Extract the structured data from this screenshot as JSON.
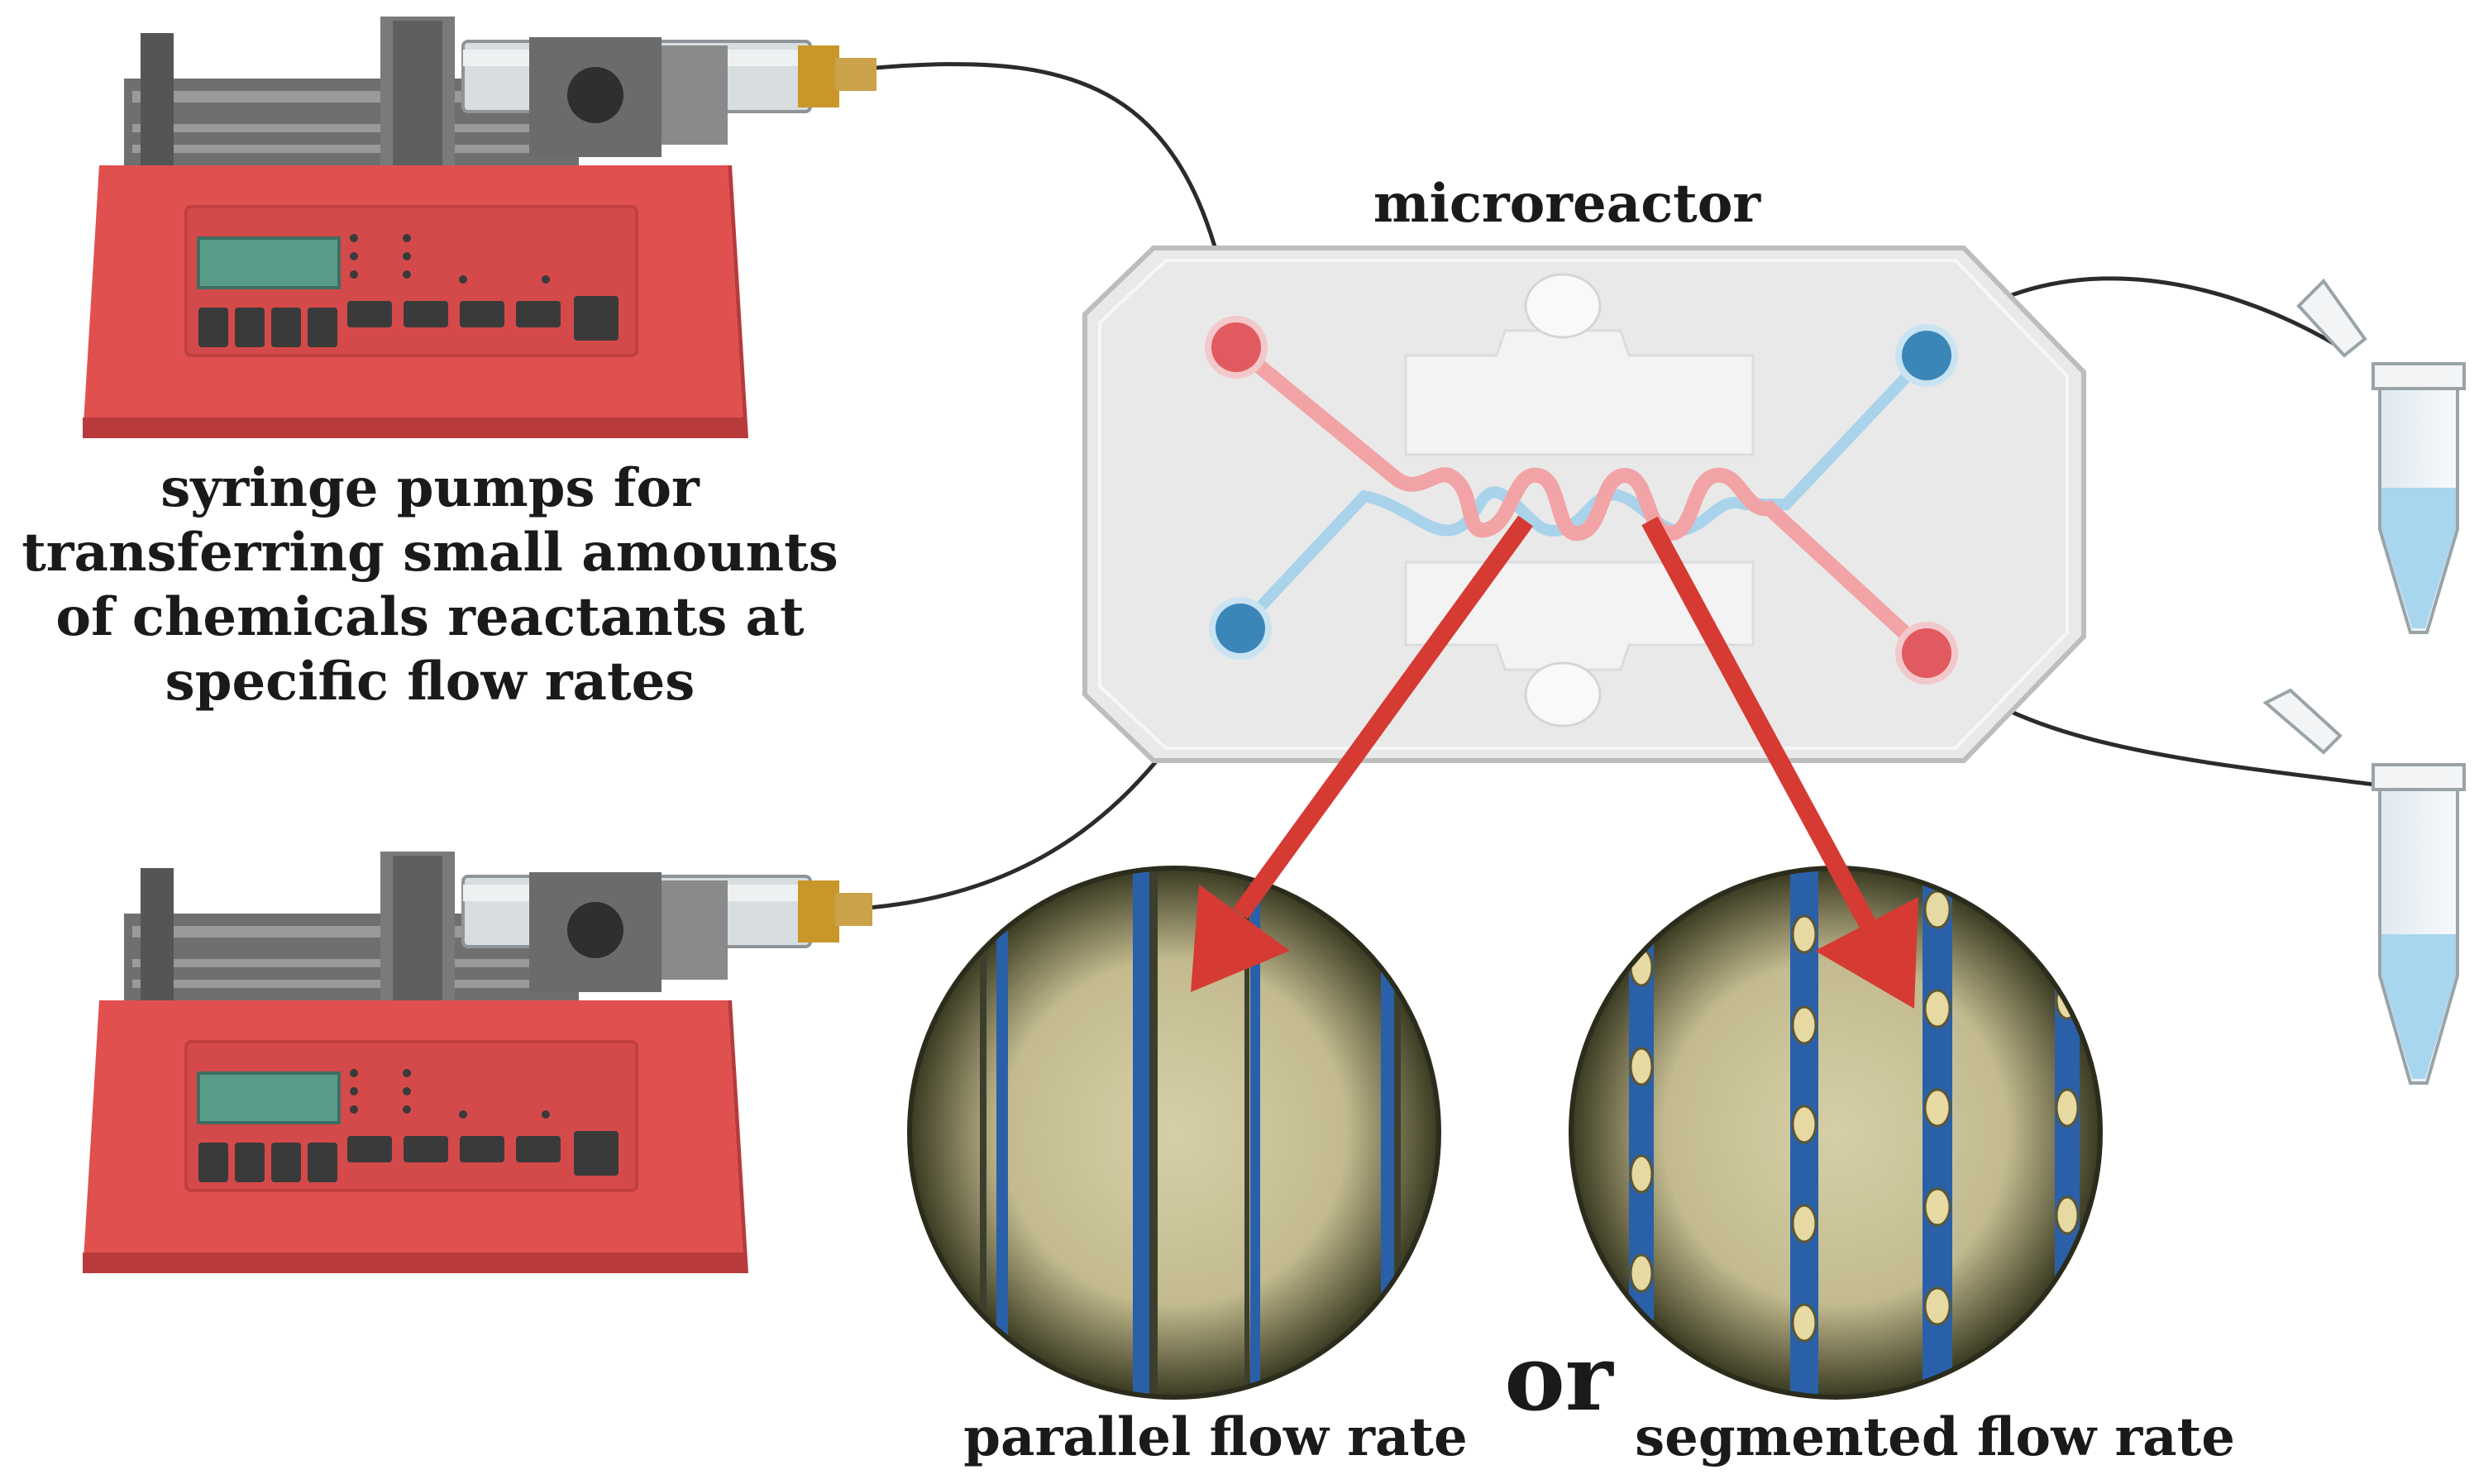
{
  "labels": {
    "microreactor": "microreactor",
    "pump_caption": [
      "syringe pumps for",
      "transferring small amounts",
      "of chemicals reactants at",
      "specific flow rates"
    ],
    "parallel": "parallel flow rate",
    "segmented": "segmented flow rate",
    "or": "or"
  },
  "colors": {
    "pump_body": "#e0504f",
    "pump_dark": "#b83a3b",
    "lcd": "#5a9c8a",
    "metal": "#7a7a7a",
    "syringe_gold": "#c9962a",
    "chip": "#e9e9e9",
    "chip_edge": "#bdbdbd",
    "red_port": "#e05a60",
    "blue_port": "#3b86b8",
    "red_channel": "#f2a3a6",
    "blue_channel": "#a9d3ea",
    "arrow": "#d53a33",
    "micro_bg": "#c8c19a",
    "micro_dark": "#3d3f2c",
    "micro_blue": "#2a60a8",
    "micro_cell": "#e6d9a1",
    "tube_liquid": "#a9d6ef"
  },
  "icons": [
    "syringe-pump-icon",
    "microreactor-chip-icon",
    "eppendorf-tube-icon",
    "micrograph-icon",
    "arrow-icon"
  ]
}
